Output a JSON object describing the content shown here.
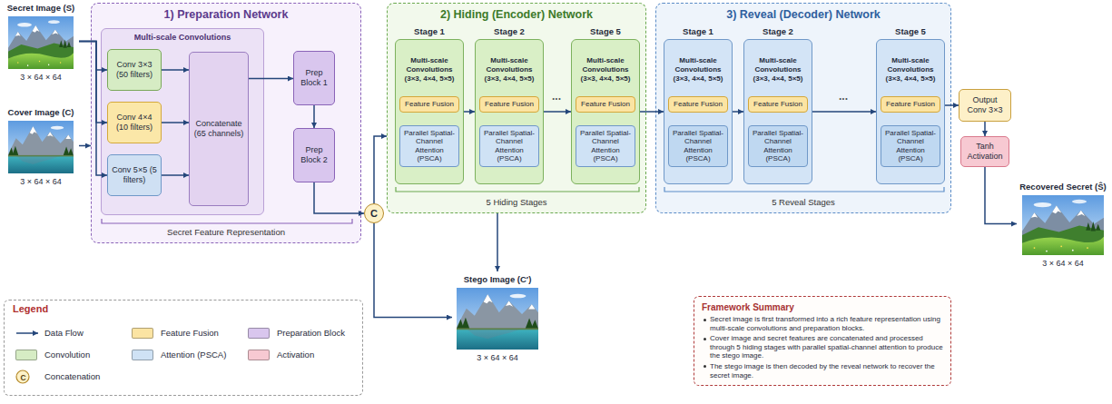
{
  "diagram": {
    "nodes": [
      {
        "text": [
          "Secret Image (S)",
          "3 × 64 × 64"
        ]
      },
      {
        "text": [
          "Cover Image (C)",
          "3 × 64 × 64"
        ]
      },
      {
        "text": [
          "1) Preparation Network",
          "Secret Feature Representation"
        ]
      },
      {
        "text": [
          "Multi-scale Convolutions"
        ],
        "in": 2
      },
      {
        "text": [
          "Conv 3×3 (50 filters)"
        ],
        "in": 3
      },
      {
        "text": [
          "Conv 4×4 (10 filters)"
        ],
        "in": 3
      },
      {
        "text": [
          "Conv 5×5 (5 filters)"
        ],
        "in": 3
      },
      {
        "text": [
          "Concatenate (65 channels)"
        ],
        "in": 3
      },
      {
        "text": [
          "Prep Block 1"
        ],
        "in": 2
      },
      {
        "text": [
          "Prep Block 2"
        ],
        "in": 2
      },
      {
        "text": [
          "C"
        ]
      },
      {
        "text": [
          "2) Hiding (Encoder) Network",
          "5 Hiding Stages"
        ]
      },
      {
        "text": [
          "Stage 1",
          "Multi-scale Convolutions (3×3, 4×4, 5×5)"
        ],
        "in": 11
      },
      {
        "text": [
          "Feature Fusion"
        ],
        "in": 12
      },
      {
        "text": [
          "Parallel Spatial-Channel Attention (PSCA)"
        ],
        "in": 12
      },
      {
        "text": [
          "Stage 2",
          "Multi-scale Convolutions (3×3, 4×4, 5×5)"
        ],
        "in": 11
      },
      {
        "text": [
          "Feature Fusion"
        ],
        "in": 15
      },
      {
        "text": [
          "Parallel Spatial-Channel Attention (PSCA)"
        ],
        "in": 15
      },
      {
        "text": [
          "Stage 5",
          "Multi-scale Convolutions (3×3, 4×4, 5×5)"
        ],
        "in": 11
      },
      {
        "text": [
          "Feature Fusion"
        ],
        "in": 18
      },
      {
        "text": [
          "Parallel Spatial-Channel Attention (PSCA)"
        ],
        "in": 18
      },
      {
        "text": [
          "3) Reveal (Decoder) Network",
          "5 Reveal Stages"
        ]
      },
      {
        "text": [
          "Stage 1",
          "Multi-scale Convolutions (3×3, 4×4, 5×5)"
        ],
        "in": 21
      },
      {
        "text": [
          "Feature Fusion"
        ],
        "in": 22
      },
      {
        "text": [
          "Parallel Spatial-Channel Attention (PSCA)"
        ],
        "in": 22
      },
      {
        "text": [
          "Stage 2",
          "Multi-scale Convolutions (3×3, 4×4, 5×5)"
        ],
        "in": 21
      },
      {
        "text": [
          "Feature Fusion"
        ],
        "in": 25
      },
      {
        "text": [
          "Parallel Spatial-Channel Attention (PSCA)"
        ],
        "in": 25
      },
      {
        "text": [
          "Stage 5",
          "Multi-scale Convolutions (3×3, 4×4, 5×5)"
        ],
        "in": 21
      },
      {
        "text": [
          "Feature Fusion"
        ],
        "in": 28
      },
      {
        "text": [
          "Parallel Spatial-Channel Attention (PSCA)"
        ],
        "in": 28
      },
      {
        "text": [
          "Output Conv 3×3"
        ]
      },
      {
        "text": [
          "Tanh Activation"
        ]
      },
      {
        "text": [
          "Recovered Secret (Ŝ)",
          "3 × 64 × 64"
        ]
      },
      {
        "text": [
          "Stego Image (C′)",
          "3 × 64 × 64"
        ]
      },
      {
        "text": [
          "Framework Summary",
          "Secret image is first transformed into a rich feature representation using multi-scale convolutions and preparation blocks.",
          "Cover image and secret features are concatenated and processed through 5 hiding stages with parallel spatial-channel attention to produce the stego image.",
          "The stego image is then decoded by the reveal network to recover the secret image."
        ]
      }
    ],
    "edges": [
      {
        "from": 0,
        "to": 4,
        "arrow": "to"
      },
      {
        "from": 0,
        "to": 5,
        "arrow": "to"
      },
      {
        "from": 0,
        "to": 6,
        "arrow": "to"
      },
      {
        "from": 1,
        "to": 2,
        "arrow": "to"
      },
      {
        "from": 4,
        "to": 7,
        "arrow": "to"
      },
      {
        "from": 5,
        "to": 7,
        "arrow": "to"
      },
      {
        "from": 6,
        "to": 7,
        "arrow": "to"
      },
      {
        "from": 7,
        "to": 8,
        "arrow": "to"
      },
      {
        "from": 8,
        "to": 9,
        "arrow": "to"
      },
      {
        "from": 9,
        "to": 10,
        "arrow": "to"
      },
      {
        "from": 10,
        "to": 11,
        "arrow": "to"
      },
      {
        "from": 10,
        "to": 34,
        "arrow": "to"
      },
      {
        "from": 12,
        "to": 15,
        "arrow": "to"
      },
      {
        "from": 15,
        "to": 18,
        "arrow": "to"
      },
      {
        "from": 18,
        "to": 22,
        "arrow": "to"
      },
      {
        "from": 22,
        "to": 25,
        "arrow": "to"
      },
      {
        "from": 25,
        "to": 28,
        "arrow": "to"
      },
      {
        "from": 28,
        "to": 31,
        "arrow": "to"
      },
      {
        "from": 31,
        "to": 32,
        "arrow": "to"
      },
      {
        "from": 32,
        "to": 33,
        "arrow": "to"
      },
      {
        "from": 11,
        "to": 34,
        "arrow": "to"
      }
    ],
    "labels": [
      "...",
      "...",
      "Legend",
      "C"
    ],
    "legend": [
      {
        "text": "Data Flow"
      },
      {
        "text": "Convolution",
        "color": "#d6ecc4"
      },
      {
        "text": "Concatenation"
      },
      {
        "text": "Feature Fusion",
        "color": "#fbe4a3"
      },
      {
        "text": "Attention (PSCA)",
        "color": "#cfe2f5"
      },
      {
        "text": "Preparation Block",
        "color": "#d9c6ee"
      },
      {
        "text": "Activation",
        "color": "#f7c9d2"
      }
    ]
  }
}
